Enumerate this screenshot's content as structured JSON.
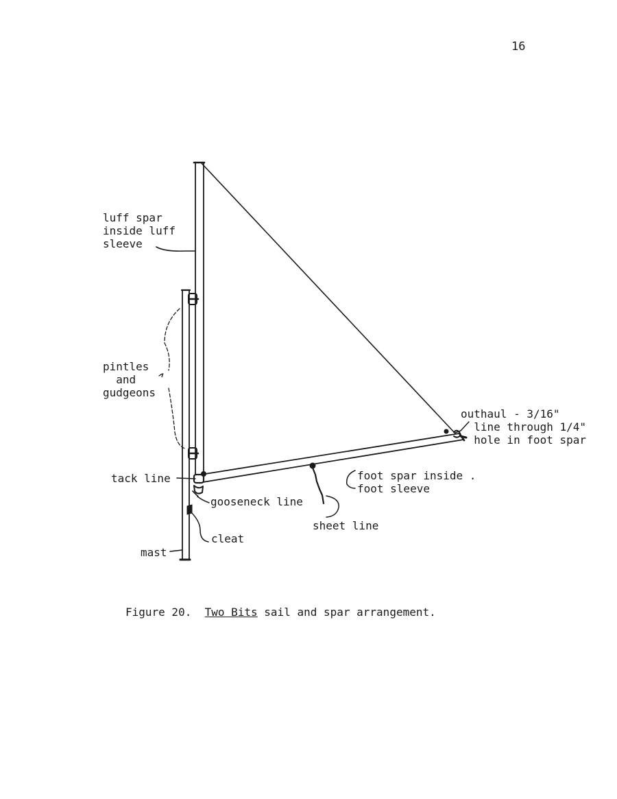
{
  "page": {
    "number": "16"
  },
  "diagram": {
    "labels": {
      "luff_spar": "luff spar\ninside luff\nsleeve",
      "pintles": "pintles\n  and\ngudgeons",
      "outhaul": "outhaul - 3/16\"\n  line through 1/4\"\n  hole in foot spar",
      "tack_line": "tack line",
      "foot_spar": "foot spar inside .\nfoot sleeve",
      "gooseneck_line": "gooseneck line",
      "sheet_line": "sheet line",
      "cleat": "cleat",
      "mast": "mast"
    }
  },
  "caption": {
    "prefix": "Figure 20.  ",
    "title_underlined": "Two Bits",
    "suffix": " sail and spar arrangement."
  }
}
